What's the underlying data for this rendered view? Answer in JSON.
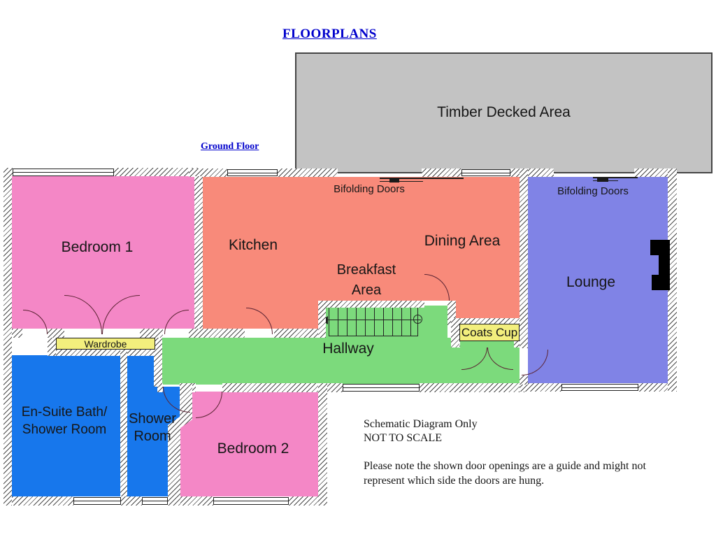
{
  "header": {
    "title": "FLOORPLANS",
    "floor_label": "Ground Floor"
  },
  "deck": {
    "label": "Timber Decked Area"
  },
  "rooms": {
    "bedroom1": {
      "label": "Bedroom 1"
    },
    "kitchen": {
      "label": "Kitchen"
    },
    "dining": {
      "label": "Dining Area"
    },
    "breakfast": {
      "line1": "Breakfast",
      "line2": "Area"
    },
    "lounge": {
      "label": "Lounge"
    },
    "hallway": {
      "label": "Hallway"
    },
    "coats_cupboard": {
      "label": "Coats Cup"
    },
    "wardrobe": {
      "label": "Wardrobe"
    },
    "ensuite": {
      "line1": "En-Suite Bath/",
      "line2": "Shower Room"
    },
    "shower": {
      "line1": "Shower",
      "line2": "Room"
    },
    "bedroom2": {
      "label": "Bedroom 2"
    }
  },
  "annotations": {
    "bifolding_doors_kitchen": "Bifolding Doors",
    "bifolding_doors_lounge": "Bifolding Doors"
  },
  "notes": {
    "line1": "Schematic Diagram Only",
    "line2": "NOT TO SCALE",
    "line3": "Please note the shown door openings  are a guide and might not",
    "line4": "represent which side the doors are hung."
  },
  "colors": {
    "bedroom_pink": "#f487c6",
    "kitchen_salmon": "#f88a7a",
    "lounge_periwinkle": "#8083e6",
    "hallway_green": "#7cda7c",
    "bathroom_blue": "#1777ec",
    "cupboard_yellow": "#f3ef7d",
    "deck_grey": "#c3c3c3",
    "heading_blue": "#0000cc",
    "door_arc_maroon": "#5b2433"
  }
}
